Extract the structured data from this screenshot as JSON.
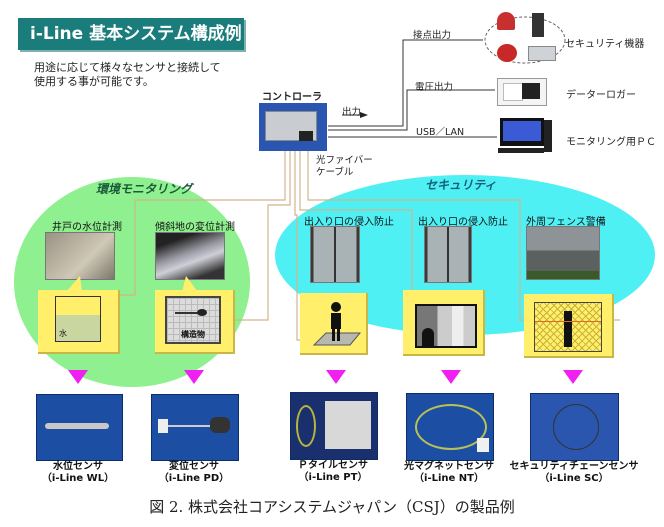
{
  "header": {
    "title": "i-Line 基本システム構成例",
    "description_line1": "用途に応じて様々なセンサと接続して",
    "description_line2": "使用する事が可能です。"
  },
  "controller": {
    "label": "コントローラ",
    "output_label": "出力",
    "fiber_label_line1": "光ファイバー",
    "fiber_label_line2": "ケーブル"
  },
  "outputs": [
    {
      "line_label": "接点出力",
      "device_label": "セキュリティ機器"
    },
    {
      "line_label": "電圧出力",
      "device_label": "データーロガー"
    },
    {
      "line_label": "USB／LAN",
      "device_label": "モニタリング用ＰＣ"
    }
  ],
  "regions": {
    "environment": {
      "title": "環境モニタリング",
      "applications": [
        {
          "caption": "井戸の水位計測",
          "diagram_label": "水"
        },
        {
          "caption": "傾斜地の変位計測",
          "diagram_label": "構造物"
        }
      ]
    },
    "security": {
      "title": "セキュリティ",
      "applications": [
        {
          "caption": "出入り口の侵入防止"
        },
        {
          "caption": "出入り口の侵入防止"
        },
        {
          "caption": "外周フェンス警備"
        }
      ]
    }
  },
  "products": [
    {
      "name": "水位センサ",
      "model": "（i-Line WL）"
    },
    {
      "name": "変位センサ",
      "model": "（i-Line PD）"
    },
    {
      "name": "Ｐタイルセンサ",
      "model": "（i-Line PT）"
    },
    {
      "name": "光マグネットセンサ",
      "model": "（i-Line NT）"
    },
    {
      "name": "セキュリティチェーンセンサ",
      "model": "（i-Line SC）"
    }
  ],
  "caption": "図 2.  株式会社コアシステムジャパン（CSJ）の製品例",
  "colors": {
    "title_bg": "#1b7d7b",
    "environment_region": "#8ff08f",
    "security_region": "#4ff0f4",
    "callout": "#ffef6b",
    "arrow": "#f020f0",
    "product_bg": "#1c4fa3",
    "fiber": "#d2b48c"
  }
}
